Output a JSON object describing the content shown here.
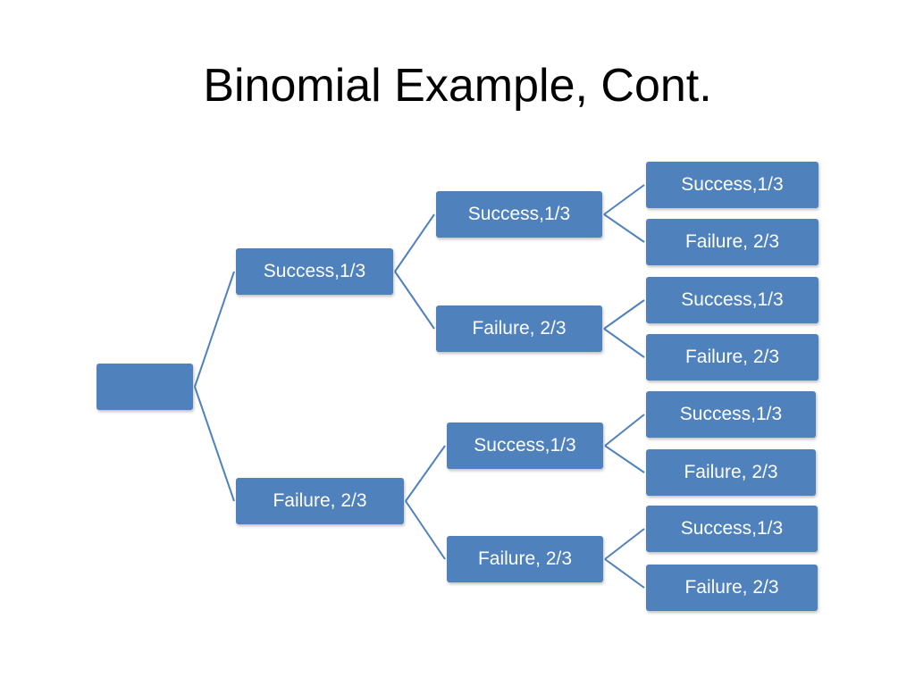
{
  "title": "Binomial Example, Cont.",
  "colors": {
    "node_fill": "#4F81BD",
    "node_text": "#FFFFFF",
    "connector": "#4F81BD"
  },
  "tree": {
    "root": {
      "label": ""
    },
    "level1": [
      {
        "label": "Success,1/3"
      },
      {
        "label": "Failure, 2/3"
      }
    ],
    "level2": [
      {
        "label": "Success,1/3"
      },
      {
        "label": "Failure, 2/3"
      },
      {
        "label": "Success,1/3"
      },
      {
        "label": "Failure, 2/3"
      }
    ],
    "level3": [
      {
        "label": "Success,1/3"
      },
      {
        "label": "Failure, 2/3"
      },
      {
        "label": "Success,1/3"
      },
      {
        "label": "Failure, 2/3"
      },
      {
        "label": "Success,1/3"
      },
      {
        "label": "Failure, 2/3"
      },
      {
        "label": "Success,1/3"
      },
      {
        "label": "Failure, 2/3"
      }
    ]
  }
}
